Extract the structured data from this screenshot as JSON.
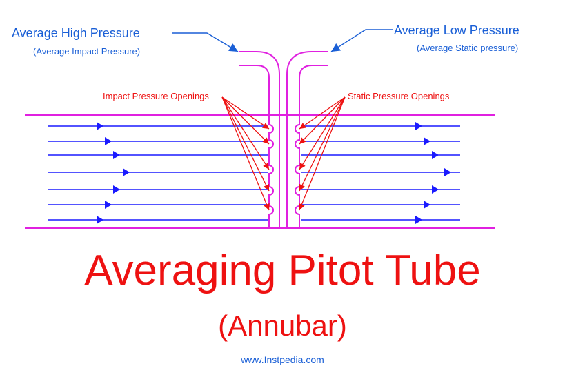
{
  "labels": {
    "high_pressure": "Average High Pressure",
    "high_pressure_sub": "(Average Impact Pressure)",
    "low_pressure": "Average Low Pressure",
    "low_pressure_sub": "(Average Static pressure)",
    "impact_openings": "Impact Pressure Openings",
    "static_openings": "Static Pressure Openings"
  },
  "title": "Averaging Pitot Tube",
  "subtitle": "(Annubar)",
  "website": "www.Instpedia.com",
  "colors": {
    "pipe": "#e020e0",
    "flow": "#1a1aff",
    "label_blue": "#1a5fd6",
    "label_red": "#ee1111"
  }
}
